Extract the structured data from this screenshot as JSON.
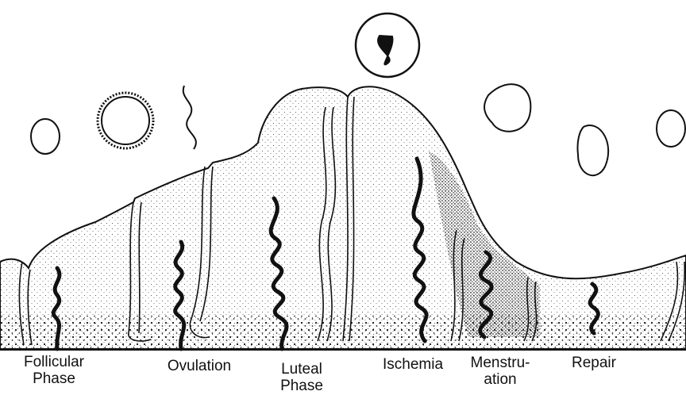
{
  "phases": [
    {
      "id": "follicular",
      "lines": [
        "Follicular",
        "Phase"
      ]
    },
    {
      "id": "ovulation",
      "lines": [
        "Ovulation"
      ]
    },
    {
      "id": "luteal",
      "lines": [
        "Luteal",
        "Phase"
      ]
    },
    {
      "id": "ischemia",
      "lines": [
        "Ischemia"
      ]
    },
    {
      "id": "menstruation",
      "lines": [
        "Menstru-",
        "ation"
      ]
    },
    {
      "id": "repair",
      "lines": [
        "Repair"
      ]
    }
  ],
  "colors": {
    "ink": "#111111",
    "paper": "#ffffff"
  }
}
